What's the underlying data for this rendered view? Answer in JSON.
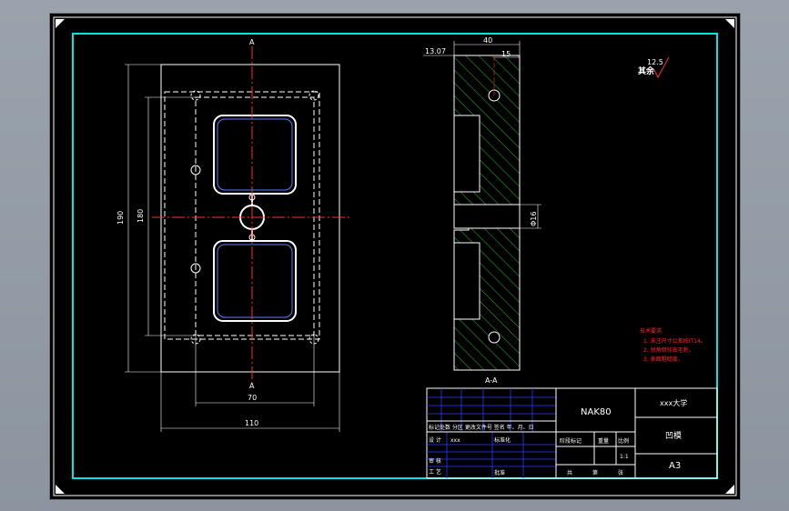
{
  "colors": {
    "background": "#000000",
    "border_cyan": "#00e5e5",
    "line_white": "#ffffff",
    "center_red": "#ff3030",
    "hatch_green": "#18c018",
    "table_blue": "#2a3cff",
    "note_red": "#ff2a2a"
  },
  "front_view": {
    "section_mark_top": "A",
    "section_mark_bottom": "A",
    "dim_height_outer": "190",
    "dim_height_inner": "180",
    "dim_width_inner": "70",
    "dim_width_outer": "110"
  },
  "section_view": {
    "dim_width": "40",
    "dim_offset": "13.07",
    "dim_small": "15",
    "dim_hole": "Φ16",
    "label": "A-A"
  },
  "roughness": {
    "value": "12.5",
    "label": "其余"
  },
  "technical_notes": {
    "title": "技术要求",
    "lines": [
      "1. 未注尺寸公差按IT14。",
      "2. 锐角倒钝去毛刺。",
      "3. 表面粗糙度。"
    ]
  },
  "title_block": {
    "material": "NAK80",
    "university": "xxx大学",
    "part_name": "凹模",
    "sheet_size": "A3",
    "header_row": "标记处数 分区 更改文件号 签名 年、月、日",
    "design_label": "设 计",
    "designer": "xxx",
    "standardize": "标准化",
    "stage_mark": "阶段标记",
    "weight": "重量",
    "scale_label": "比例",
    "scale_value": "1:1",
    "review": "审 核",
    "process": "工 艺",
    "approve": "批准",
    "total": "共",
    "sheet": "张",
    "page": "第"
  }
}
